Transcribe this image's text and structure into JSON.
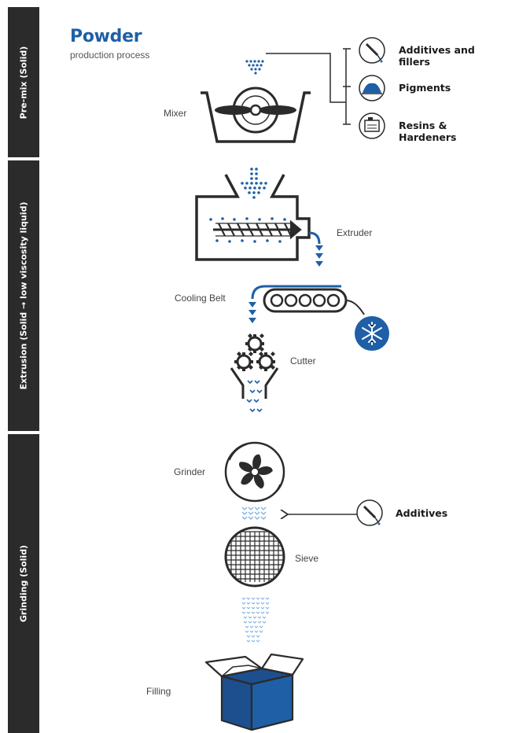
{
  "title": "Powder",
  "subtitle": "production process",
  "stages": [
    {
      "label": "Pre-mix (Solid)"
    },
    {
      "label": "Extrusion (Solid → low viscosity liquid)"
    },
    {
      "label": "Grinding (Solid)"
    }
  ],
  "steps": {
    "mixer": "Mixer",
    "extruder": "Extruder",
    "cooling_belt": "Cooling Belt",
    "cutter": "Cutter",
    "grinder": "Grinder",
    "sieve": "Sieve",
    "filling": "Filling"
  },
  "inputs": {
    "additives_fillers": "Additives and fillers",
    "pigments": "Pigments",
    "resins_hardeners": "Resins & Hardeners",
    "additives": "Additives"
  },
  "colors": {
    "accent": "#1f5fa6",
    "dark": "#2b2b2b",
    "light_blue": "#7fb0de",
    "box_blue": "#1d4f8f"
  },
  "icons": [
    "dropper-icon",
    "pigment-pile-icon",
    "resin-canister-icon",
    "snowflake-icon"
  ]
}
